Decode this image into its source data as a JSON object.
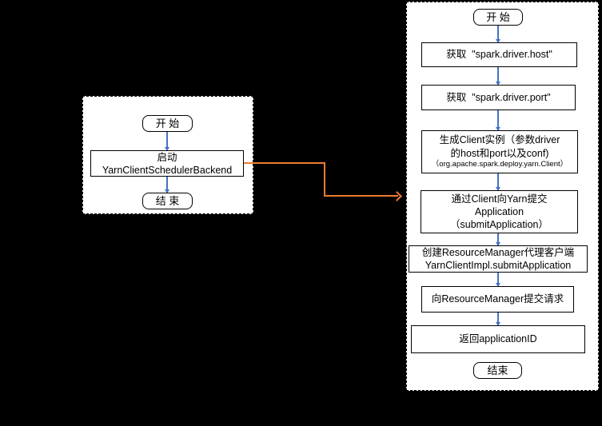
{
  "colors": {
    "canvas_bg": "#000000",
    "panel_bg": "#ffffff",
    "node_border": "#000000",
    "arrow_blue": "#4472c4",
    "connector_orange": "#ed7d31"
  },
  "left_flowchart": {
    "start": "开 始",
    "launch_line1": "启动",
    "launch_line2": "YarnClientSchedulerBackend",
    "end": "结 束"
  },
  "right_flowchart": {
    "start": "开 始",
    "get_host": "获取  \"spark.driver.host\"",
    "get_port": "获取  \"spark.driver.port\"",
    "gen_client_line1": "生成Client实例（参数driver",
    "gen_client_line2": "的host和port以及conf)",
    "gen_client_line3": "（org.apache.spark.deploy.yarn.Client）",
    "submit_line1": "通过Client向Yarn提交",
    "submit_line2": "Application",
    "submit_line3": "（submitApplication）",
    "proxy_line1": "创建ResourceManager代理客户端",
    "proxy_line2": "YarnClientImpl.submitApplication",
    "request": "向ResourceManager提交请求",
    "return": "返回applicationID",
    "end": "结束"
  }
}
